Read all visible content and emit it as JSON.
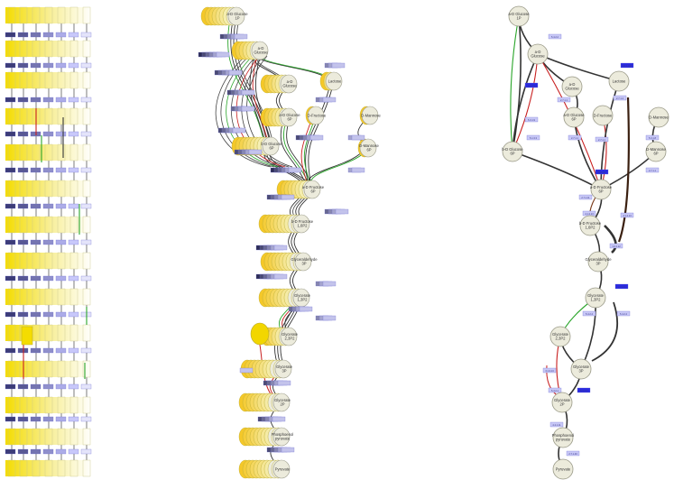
{
  "colors": {
    "node_fill": "#ecebdc",
    "node_stroke": "#9a9a88",
    "compound_yellow": "#f5e11a",
    "enzyme_dark": "#2a2ae0",
    "enzyme_light": "#c9c9f7",
    "edge_black": "#333333",
    "edge_red": "#c81e1e",
    "edge_green": "#2aa52a"
  },
  "nodes": [
    {
      "id": "glc1p",
      "label": "a-D Glucose 1P"
    },
    {
      "id": "glc",
      "label": "a-D Glucose"
    },
    {
      "id": "aglc",
      "label": "a-D Glucose"
    },
    {
      "id": "lactose",
      "label": "Lactose"
    },
    {
      "id": "glc6p",
      "label": "a-D Glucose 6P"
    },
    {
      "id": "fru",
      "label": "D-Fructose"
    },
    {
      "id": "man",
      "label": "D-Mannose"
    },
    {
      "id": "bglc6p",
      "label": "b-D Glucose 6P"
    },
    {
      "id": "man6p",
      "label": "D-Mannose 6P"
    },
    {
      "id": "fru6p",
      "label": "a-D Fructose 6P"
    },
    {
      "id": "fbp",
      "label": "b-D Fructose 1,6P2"
    },
    {
      "id": "gap",
      "label": "Glyceraldehyde 3P"
    },
    {
      "id": "bpg",
      "label": "Glycerate 1,3P2"
    },
    {
      "id": "bpg23",
      "label": "Glycerate 2,3P2"
    },
    {
      "id": "pg3",
      "label": "Glycerate 3P"
    },
    {
      "id": "pg2",
      "label": "Glycerate 2P"
    },
    {
      "id": "pep",
      "label": "Phosphoenol pyruvate"
    },
    {
      "id": "pyr",
      "label": "Pyruvate"
    }
  ],
  "enzymes": {
    "e1": "2.7.1.1",
    "e2": "5.4.2.2",
    "e3": "3.2.1.108",
    "e4": "2.7.1.1",
    "e5": "5.1.3.3",
    "e6": "2.7.1.4",
    "e7": "2.7.1.1",
    "e8": "5.3.1.9",
    "e9": "5.3.1.8",
    "e10": "2.7.1.11",
    "e11": "4.1.2.13",
    "e12": "1.2.1.12",
    "e13": "2.7.2.3",
    "e14": "5.4.2.4",
    "e15": "3.1.3.13",
    "e16": "5.4.2.1",
    "e17": "4.2.1.11",
    "e18": "2.7.1.40"
  }
}
